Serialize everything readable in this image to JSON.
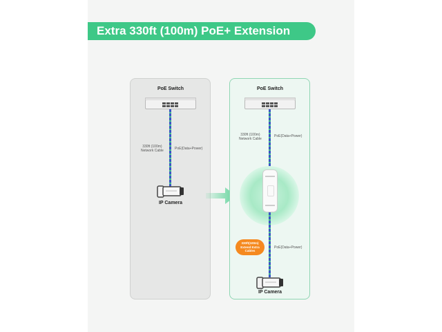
{
  "title": "Extra 330ft (100m) PoE+ Extension",
  "left_panel": {
    "switch_label": "PoE Switch",
    "cable_length": "330ft (100m)",
    "cable_type": "Network Cable",
    "poe_label": "PoE(Data+Power)",
    "camera_label": "IP Camera"
  },
  "right_panel": {
    "switch_label": "PoE Switch",
    "cable_length": "330ft (100m)",
    "cable_type": "Network Cable",
    "poe_label_top": "PoE(Data+Power)",
    "extend_badge_line1": "330ft(100m)",
    "extend_badge_line2": "Extend Extra",
    "extend_badge_line3": "Cables",
    "poe_label_bottom": "PoE(Data+Power)",
    "camera_label": "IP Camera"
  },
  "colors": {
    "banner": "#3ec887",
    "cable_blue": "#3a56c4",
    "cable_green": "#48c78d",
    "badge": "#f5891f",
    "arrow": "#5fd49a"
  }
}
